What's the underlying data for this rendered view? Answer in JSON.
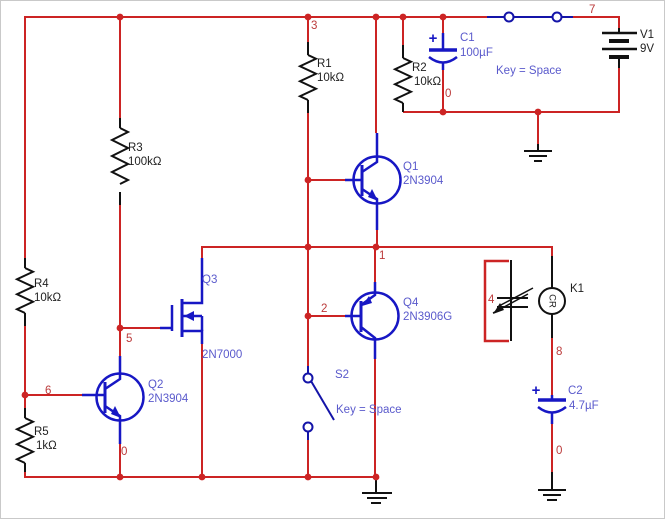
{
  "title": "transistor-relay-timer-schematic",
  "colors": {
    "wire_red": "#cc2424",
    "component_blue": "#1717c4",
    "label_blue": "#5a5acc",
    "label_black": "#1f1f1f",
    "node_red": "#bb3a3a",
    "passive_black": "#111111"
  },
  "components": {
    "r1": {
      "ref": "R1",
      "value": "10kΩ"
    },
    "r2": {
      "ref": "R2",
      "value": "10kΩ"
    },
    "r3": {
      "ref": "R3",
      "value": "100kΩ"
    },
    "r4": {
      "ref": "R4",
      "value": "10kΩ"
    },
    "r5": {
      "ref": "R5",
      "value": "1kΩ"
    },
    "c1": {
      "ref": "C1",
      "value": "100µF",
      "polarity": "+"
    },
    "c2": {
      "ref": "C2",
      "value": "4.7µF",
      "polarity": "+"
    },
    "q1": {
      "ref": "Q1",
      "part": "2N3904"
    },
    "q2": {
      "ref": "Q2",
      "part": "2N3904"
    },
    "q3": {
      "ref": "Q3",
      "part": "2N7000"
    },
    "q4": {
      "ref": "Q4",
      "part": "2N3906G"
    },
    "v1": {
      "ref": "V1",
      "value": "9V"
    },
    "s1": {
      "key": "Key = Space"
    },
    "s2": {
      "ref": "S2",
      "key": "Key = Space"
    },
    "k1": {
      "ref": "K1",
      "coil_text": "CR"
    }
  },
  "nodes": {
    "n3": "3",
    "n7": "7",
    "n0_top": "0",
    "n1": "1",
    "n2": "2",
    "n4": "4",
    "n5": "5",
    "n6": "6",
    "n8": "8",
    "n0_q2": "0",
    "n0_c2": "0"
  }
}
